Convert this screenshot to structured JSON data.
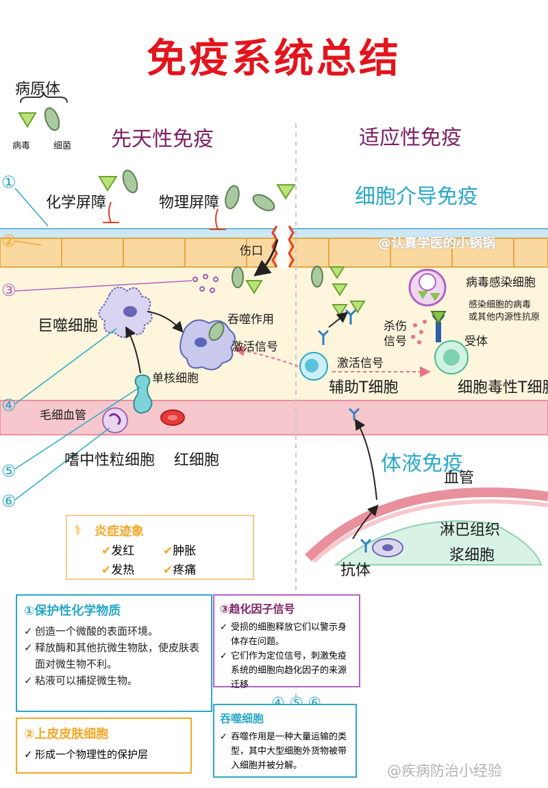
{
  "title": "免疫系统总结",
  "pathogen": {
    "title": "病原体",
    "virus": "病毒",
    "bacteria": "细菌"
  },
  "sections": {
    "innate": "先天性免疫",
    "adaptive": "适应性免疫",
    "cell_mediated": "细胞介导免疫",
    "humoral": "体液免疫"
  },
  "labels": {
    "chemical_barrier": "化学屏障",
    "physical_barrier": "物理屏障",
    "wound": "伤口",
    "macrophage": "巨噬细胞",
    "phagocytosis": "吞噬作用",
    "activation_signal_left": "激活信号",
    "monocyte": "单核细胞",
    "capillary": "毛细血管",
    "neutrophil": "嗜中性粒细胞",
    "red_blood_cell": "红细胞",
    "virus_infected_cell": "病毒感染细胞",
    "antigen_desc_1": "感染细胞的病毒",
    "antigen_desc_2": "或其他内源性抗原",
    "kill_signal_1": "杀伤",
    "kill_signal_2": "信号",
    "receptor": "受体",
    "activation_signal_right": "激活信号",
    "helper_t": "辅助T细胞",
    "cytotoxic_t": "细胞毒性T细胞",
    "blood_vessel": "血管",
    "lymph_tissue": "淋巴组织",
    "plasma_cell": "浆细胞",
    "antibody": "抗体"
  },
  "numbers": [
    "①",
    "②",
    "③",
    "④",
    "⑤",
    "⑥"
  ],
  "inflammation": {
    "title": "炎症迹象",
    "items": [
      "发红",
      "肿胀",
      "发热",
      "疼痛"
    ]
  },
  "boxes": {
    "b1": {
      "title": "①保护性化学物质",
      "items": [
        "创造一个微酸的表面环境。",
        "释放酶和其他抗微生物肽，使皮肤表面对微生物不利。",
        "粘液可以捕捉微生物。"
      ]
    },
    "b2": {
      "title": "②上皮皮肤细胞",
      "items": [
        "形成一个物理性的保护层"
      ]
    },
    "b3": {
      "title": "③趋化因子信号",
      "items": [
        "受损的细胞释放它们以警示身体存在问题。",
        "它们作为定位信号，刺激免疫系统的细胞向趋化因子的来源迁移"
      ]
    },
    "b4": {
      "nums": "④ ⑤ ⑥",
      "title": "吞噬细胞",
      "items": [
        "吞噬作用是一种大量运输的类型，其中大型细胞外货物被带入细胞并被分解。"
      ]
    }
  },
  "watermarks": {
    "top": "@认真学医的小锅锅",
    "bottom": "@疾病防治小经验"
  },
  "colors": {
    "title": "#e3141c",
    "purple": "#7a1f63",
    "teal": "#29a7c7",
    "skin_top": "#cce8f4",
    "skin": "#fad9a0",
    "tissue": "#fdf5dc",
    "capillary": "#f6c7cc",
    "orange": "#f5a623",
    "green": "#8bc34a"
  }
}
